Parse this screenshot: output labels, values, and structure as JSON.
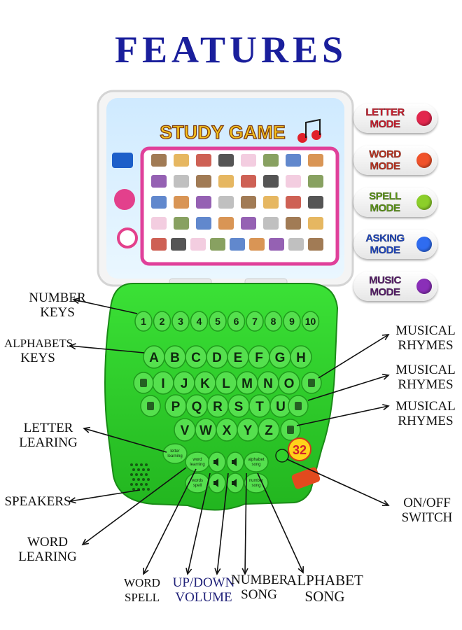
{
  "title": "FEATURES",
  "screen": {
    "brand": "STUDY GAME"
  },
  "modes": [
    {
      "label": "LETTER MODE",
      "text_color": "#d01c2c",
      "button_color": "#e2264d"
    },
    {
      "label": "WORD MODE",
      "text_color": "#c2321e",
      "button_color": "#f0522a"
    },
    {
      "label": "SPELL MODE",
      "text_color": "#5d9a14",
      "button_color": "#8ccf2a"
    },
    {
      "label": "ASKING MODE",
      "text_color": "#1e48c8",
      "button_color": "#2f6cf0"
    },
    {
      "label": "MUSIC MODE",
      "text_color": "#5a1c6e",
      "button_color": "#8a2fb8"
    }
  ],
  "number_keys": [
    "1",
    "2",
    "3",
    "4",
    "5",
    "6",
    "7",
    "8",
    "9",
    "10"
  ],
  "letter_rows": [
    [
      "A",
      "B",
      "C",
      "D",
      "E",
      "F",
      "G",
      "H"
    ],
    [
      "I",
      "J",
      "K",
      "L",
      "M",
      "N",
      "O"
    ],
    [
      "P",
      "Q",
      "R",
      "S",
      "T",
      "U"
    ],
    [
      "V",
      "W",
      "X",
      "Y",
      "Z"
    ]
  ],
  "function_keys": [
    "letter learning",
    "word learning",
    "alphabet song",
    "words spell",
    "number song"
  ],
  "badge": "32",
  "labels": {
    "number_keys": [
      "NUMBER",
      "KEYS"
    ],
    "alphabets_keys": [
      "ALPHABETS",
      "KEYS"
    ],
    "letter_learing": [
      "LETTER",
      "LEARING"
    ],
    "speakers": "SPEAKERS",
    "word_learing": [
      "WORD",
      "LEARING"
    ],
    "word_spell": [
      "WORD",
      "SPELL"
    ],
    "up_down_volume": [
      "UP/DOWN",
      "VOLUME"
    ],
    "number_song": [
      "NUMBER",
      "SONG"
    ],
    "alphabet_song": [
      "ALPHABET",
      "SONG"
    ],
    "musical_rhymes_1": [
      "MUSICAL",
      "RHYMES"
    ],
    "musical_rhymes_2": [
      "MUSICAL",
      "RHYMES"
    ],
    "musical_rhymes_3": [
      "MUSICAL",
      "RHYMES"
    ],
    "on_off_switch": [
      "ON/OFF",
      "SWITCH"
    ]
  },
  "colors": {
    "title": "#1a1f9c",
    "body_green": "#2fd12b",
    "key_green": "#55e04e",
    "screen_border": "#e0409a",
    "lid": "#ffffff"
  }
}
